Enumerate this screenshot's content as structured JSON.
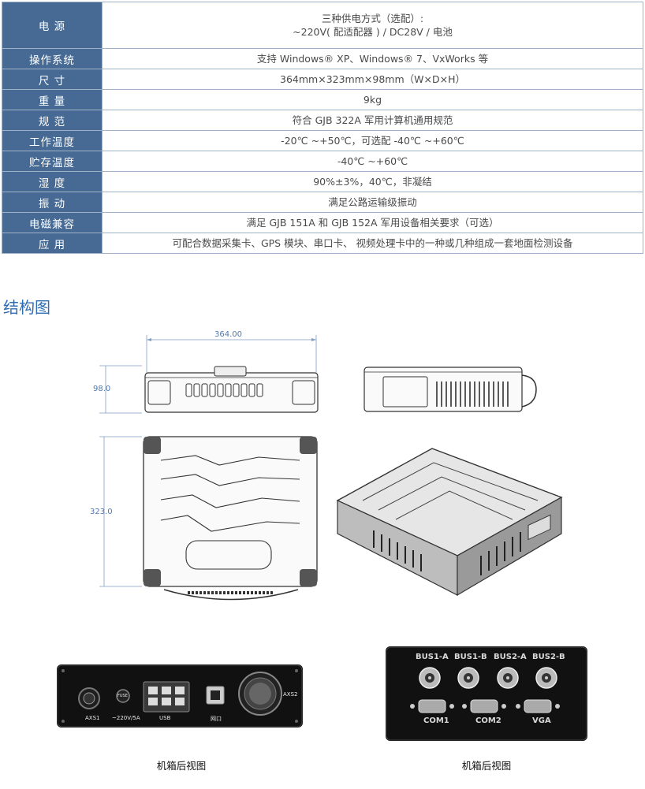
{
  "spec_rows": [
    {
      "key": "电 源",
      "value_lines": [
        "三种供电方式（选配）:",
        "~220V( 配适配器 ) / DC28V / 电池"
      ]
    },
    {
      "key": "操作系统",
      "value_lines": [
        "支持 Windows® XP、Windows® 7、VxWorks 等"
      ]
    },
    {
      "key": "尺 寸",
      "value_lines": [
        "364mm×323mm×98mm（W×D×H）"
      ]
    },
    {
      "key": "重 量",
      "value_lines": [
        "9kg"
      ]
    },
    {
      "key": "规 范",
      "value_lines": [
        "符合 GJB 322A 军用计算机通用规范"
      ]
    },
    {
      "key": "工作温度",
      "value_lines": [
        "-20℃ ~+50℃，可选配 -40℃ ~+60℃"
      ]
    },
    {
      "key": "贮存温度",
      "value_lines": [
        "-40℃ ~+60℃"
      ]
    },
    {
      "key": "湿 度",
      "value_lines": [
        "90%±3%，40℃，非凝结"
      ]
    },
    {
      "key": "振 动",
      "value_lines": [
        "满足公路运输级振动"
      ]
    },
    {
      "key": "电磁兼容",
      "value_lines": [
        "满足 GJB 151A 和 GJB 152A 军用设备相关要求（可选）"
      ]
    },
    {
      "key": "应 用",
      "value_lines": [
        "可配合数据采集卡、GPS 模块、串口卡、 视频处理卡中的一种或几种组成一套地面检测设备"
      ]
    }
  ],
  "section_title": "结构图",
  "dimensions": {
    "width": "364.00",
    "height": "98.0",
    "depth": "323.0"
  },
  "left_panel": {
    "labels": {
      "axs1": "AXS1",
      "power": "~220V/5A",
      "fuse": "FUSE",
      "usb": "USB",
      "net": "网口",
      "axs2": "AXS2"
    },
    "caption": "机箱后视图"
  },
  "right_panel": {
    "labels": {
      "bus1a": "BUS1-A",
      "bus1b": "BUS1-B",
      "bus2a": "BUS2-A",
      "bus2b": "BUS2-B",
      "com1": "COM1",
      "com2": "COM2",
      "vga": "VGA"
    },
    "caption": "机箱后视图"
  }
}
